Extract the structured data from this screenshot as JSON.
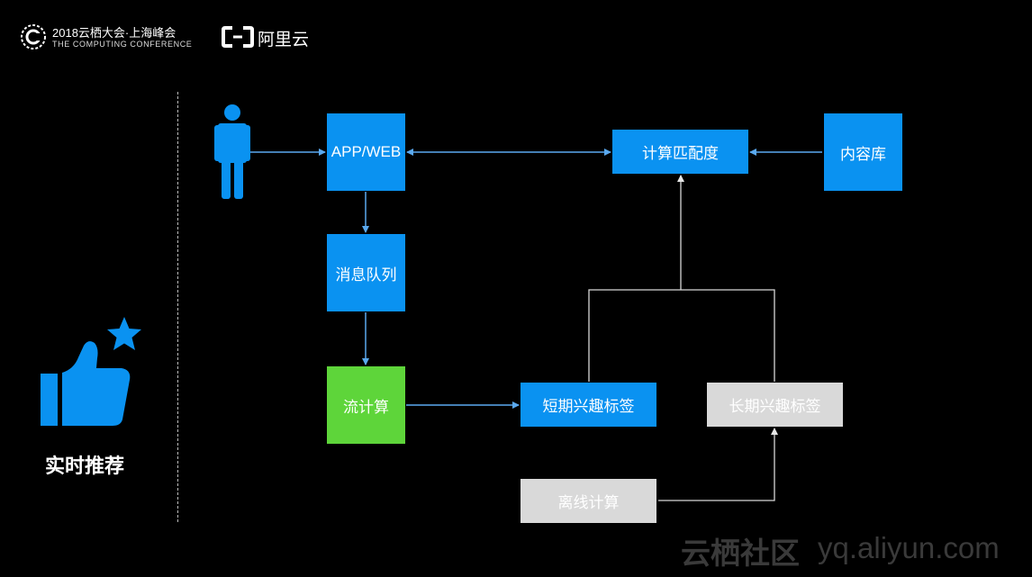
{
  "header": {
    "conference_title": "2018云栖大会·上海峰会",
    "conference_subtitle": "THE COMPUTING CONFERENCE",
    "brand_name": "阿里云"
  },
  "section": {
    "title": "实时推荐"
  },
  "diagram": {
    "nodes": {
      "app_web": "APP/WEB",
      "message_queue": "消息队列",
      "stream_compute": "流计算",
      "match_compute": "计算匹配度",
      "content_library": "内容库",
      "short_interest_tags": "短期兴趣标签",
      "long_interest_tags": "长期兴趣标签",
      "offline_compute": "离线计算"
    },
    "edges": [
      {
        "from": "user",
        "to": "app_web"
      },
      {
        "from": "app_web",
        "to": "match_compute",
        "bidirectional": true
      },
      {
        "from": "content_library",
        "to": "match_compute"
      },
      {
        "from": "app_web",
        "to": "message_queue"
      },
      {
        "from": "message_queue",
        "to": "stream_compute"
      },
      {
        "from": "stream_compute",
        "to": "short_interest_tags"
      },
      {
        "from": "short_interest_tags",
        "to": "match_compute"
      },
      {
        "from": "long_interest_tags",
        "to": "match_compute"
      },
      {
        "from": "offline_compute",
        "to": "long_interest_tags"
      }
    ],
    "colors": {
      "primary_box": "#0a92f1",
      "stream_box": "#5ed53a",
      "offline_box": "#d9d9d9",
      "arrow": "#5aa9ef"
    }
  },
  "watermark": {
    "site_name": "云栖社区",
    "url": "yq.aliyun.com"
  }
}
